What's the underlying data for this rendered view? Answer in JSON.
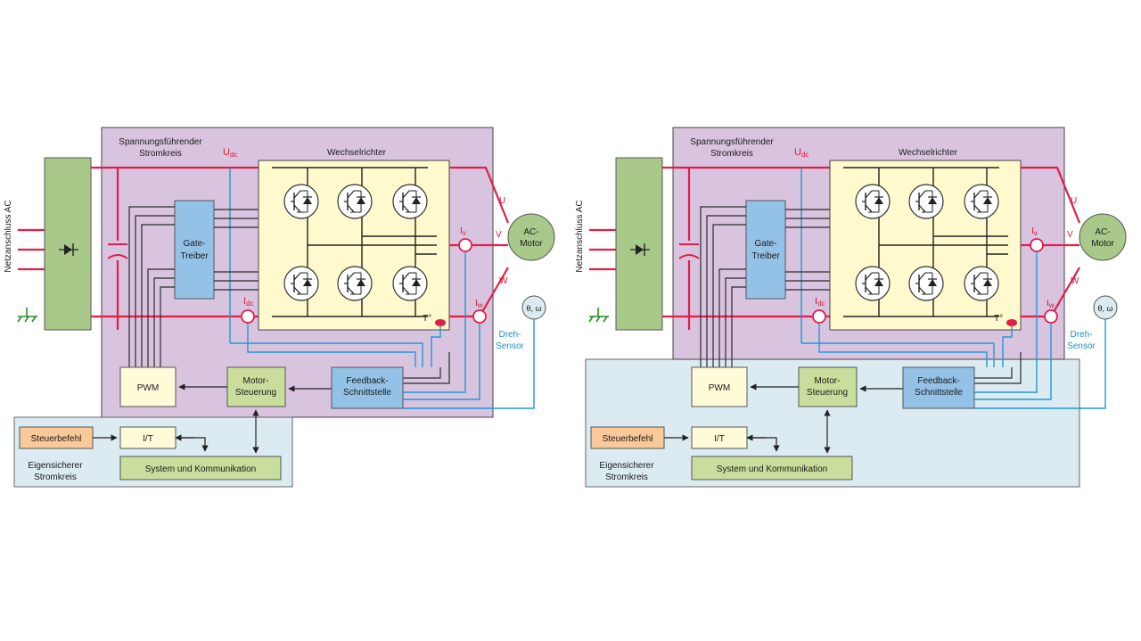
{
  "colors": {
    "power_region": "#d9c4df",
    "safe_region": "#dcebf1",
    "rectifier": "#a9c98a",
    "gate_driver": "#94c2e6",
    "inverter": "#fffacd",
    "block_green": "#c9dd9c",
    "block_cream": "#fffbd9",
    "steuerbefehl": "#f9c999",
    "motor": "#a9c98a",
    "wire_power": "#e11d48",
    "wire_sense": "#1e9ad6"
  },
  "diagrams": [
    {
      "id": "left",
      "labels": {
        "netz": "Netzanschluss AC",
        "spannung_line1": "Spannungsführender",
        "spannung_line2": "Stromkreis",
        "udc": "U",
        "udc_sub": "dc",
        "idc": "I",
        "idc_sub": "dc",
        "wechselrichter": "Wechselrichter",
        "gate_line1": "Gate-",
        "gate_line2": "Treiber",
        "pwm": "PWM",
        "motor_ctrl_line1": "Motor-",
        "motor_ctrl_line2": "Steuerung",
        "feedback_line1": "Feedback-",
        "feedback_line2": "Schnittstelle",
        "steuerbefehl": "Steuerbefehl",
        "it": "I/T",
        "system": "System und Kommunikation",
        "eigen_line1": "Eigensicherer",
        "eigen_line2": "Stromkreis",
        "ac_motor_line1": "AC-",
        "ac_motor_line2": "Motor",
        "phase_u": "U",
        "phase_v": "V",
        "phase_w": "W",
        "iv": "I",
        "iv_sub": "v",
        "iw": "I",
        "iw_sub": "w",
        "theta": "θ, ω",
        "dreh_line1": "Dreh-",
        "dreh_line2": "Sensor",
        "temp": "T°"
      }
    },
    {
      "id": "right",
      "labels": {
        "netz": "Netzanschluss AC",
        "spannung_line1": "Spannungsführender",
        "spannung_line2": "Stromkreis",
        "udc": "U",
        "udc_sub": "dc",
        "idc": "I",
        "idc_sub": "dc",
        "wechselrichter": "Wechselrichter",
        "gate_line1": "Gate-",
        "gate_line2": "Treiber",
        "pwm": "PWM",
        "motor_ctrl_line1": "Motor-",
        "motor_ctrl_line2": "Steuerung",
        "feedback_line1": "Feedback-",
        "feedback_line2": "Schnittstelle",
        "steuerbefehl": "Steuerbefehl",
        "it": "I/T",
        "system": "System und Kommunikation",
        "eigen_line1": "Eigensicherer",
        "eigen_line2": "Stromkreis",
        "ac_motor_line1": "AC-",
        "ac_motor_line2": "Motor",
        "phase_u": "U",
        "phase_v": "V",
        "phase_w": "W",
        "iv": "I",
        "iv_sub": "v",
        "iw": "I",
        "iw_sub": "w",
        "theta": "θ, ω",
        "dreh_line1": "Dreh-",
        "dreh_line2": "Sensor",
        "temp": "T°"
      }
    }
  ]
}
